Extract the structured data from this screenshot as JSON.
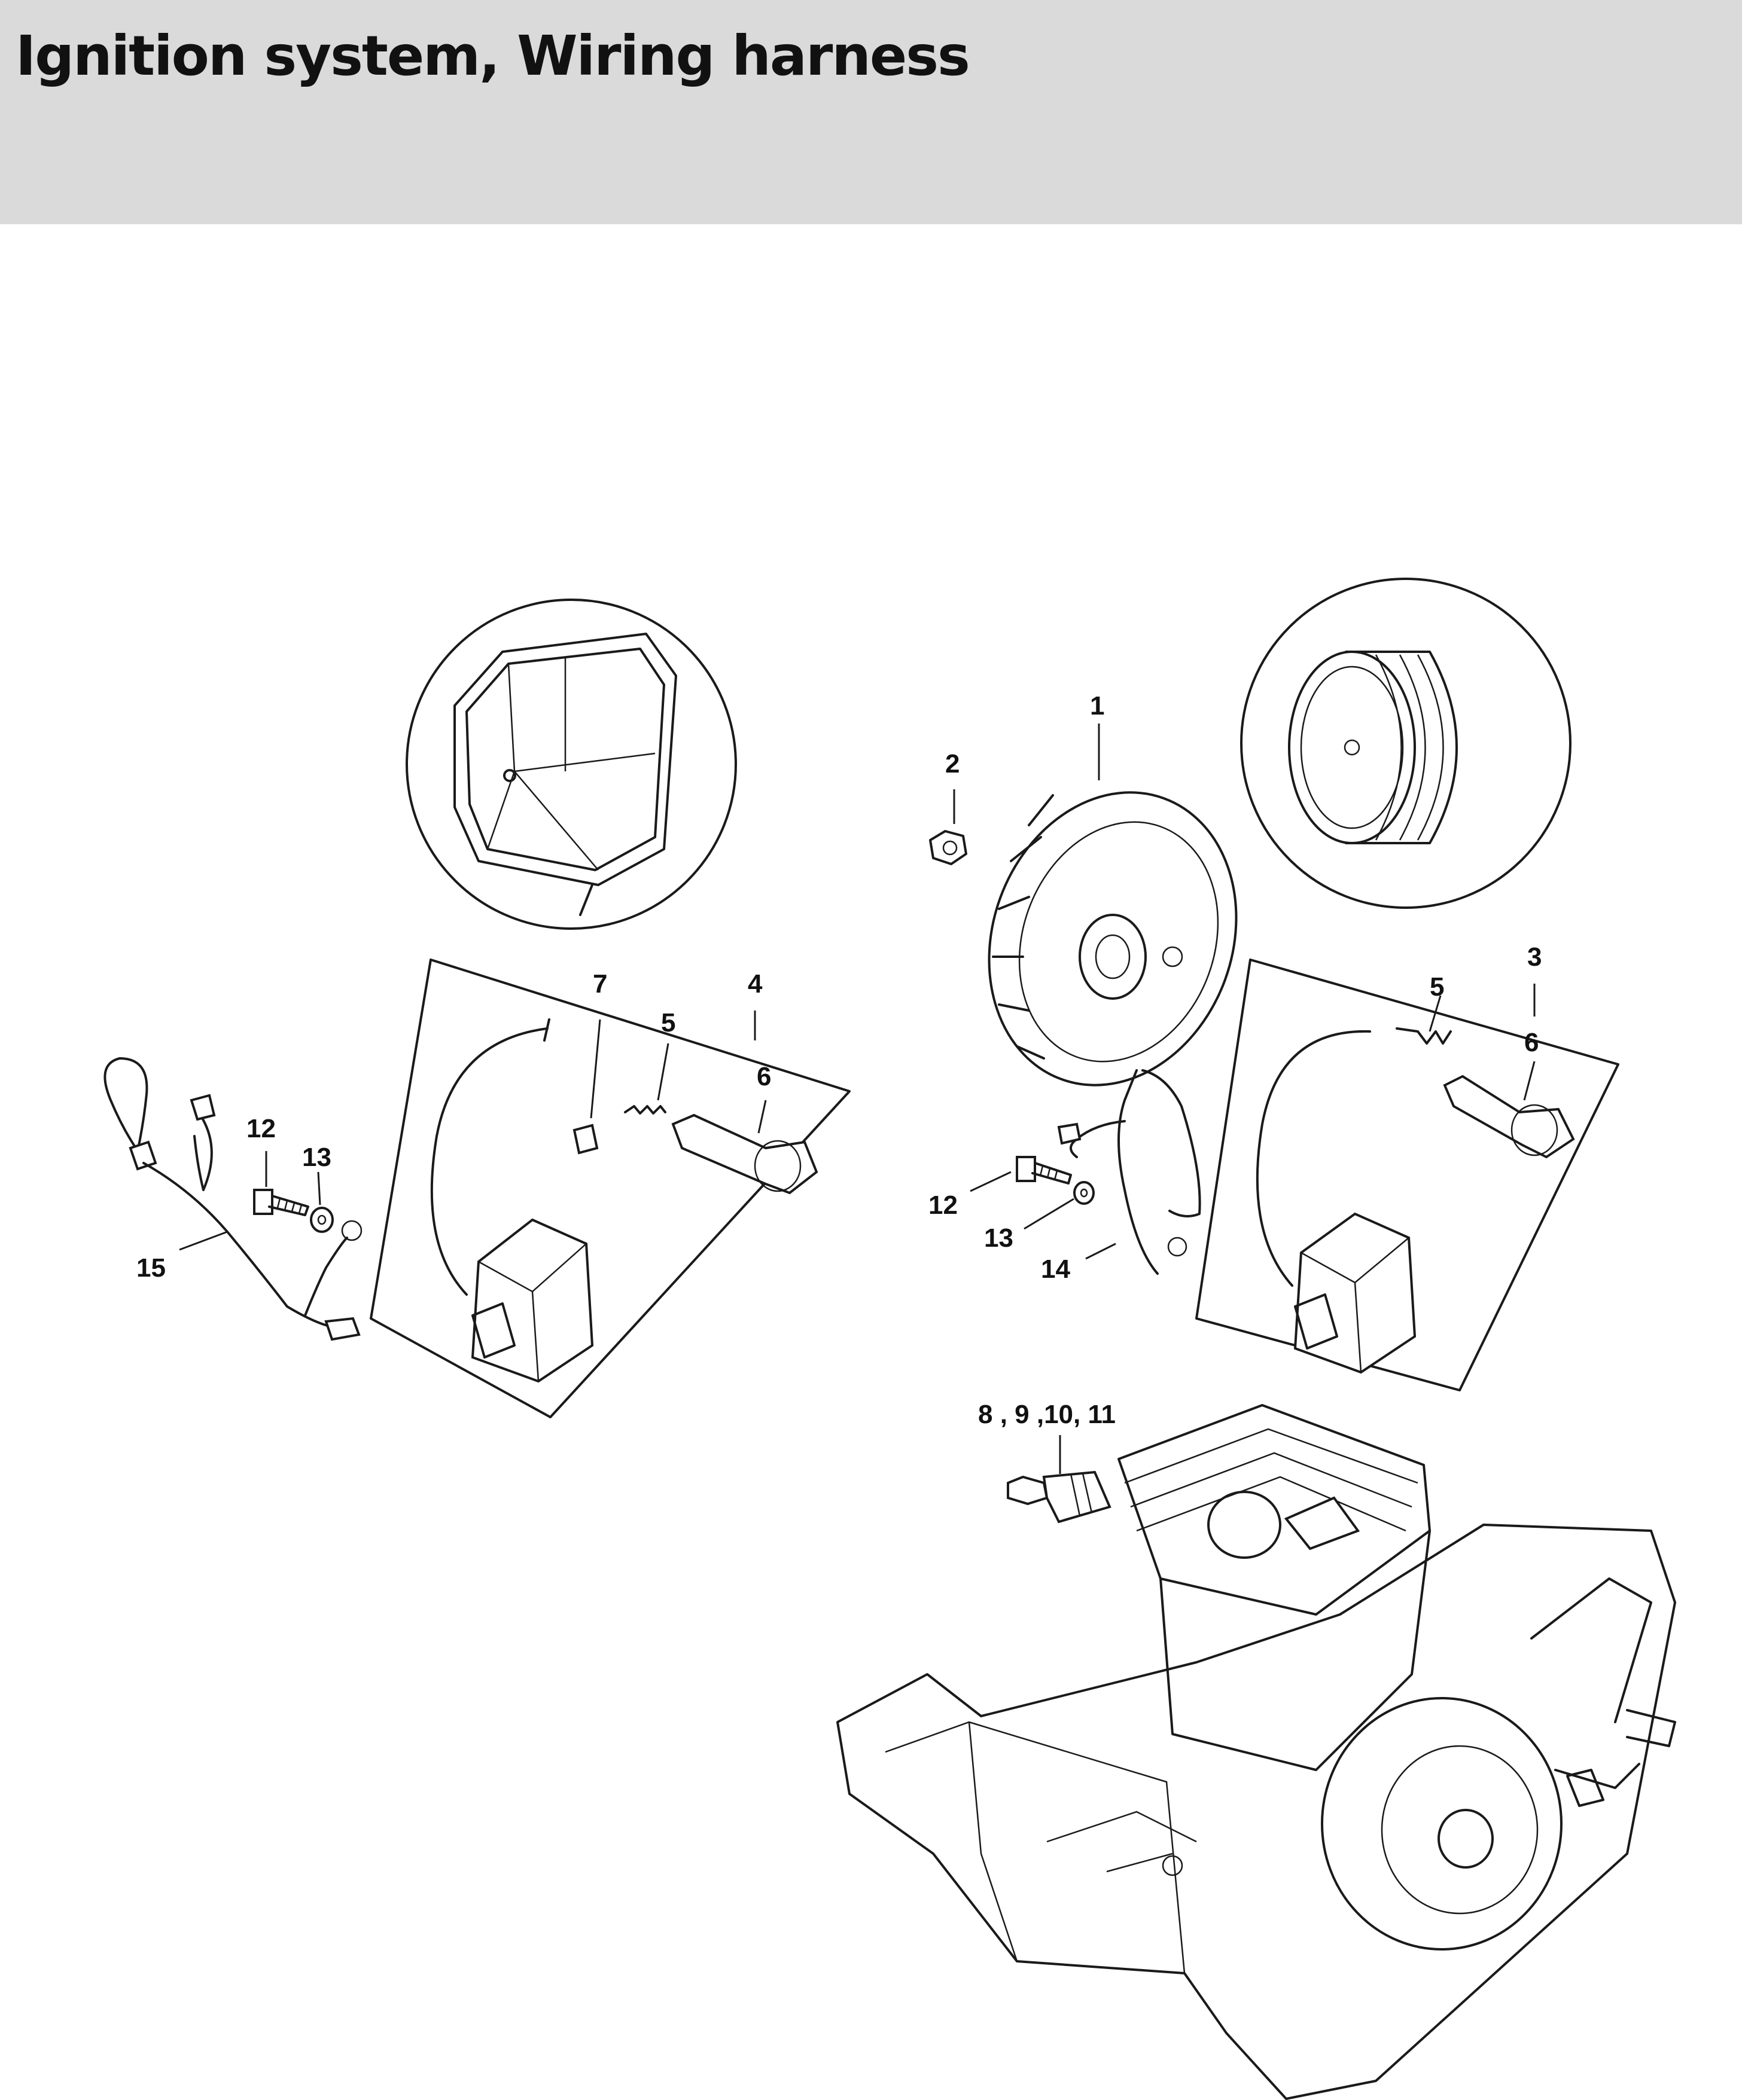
{
  "header": {
    "title": "Ignition system, Wiring harness"
  },
  "callouts": {
    "c1": "1",
    "c2": "2",
    "c3": "3",
    "c4": "4",
    "c5a": "5",
    "c5b": "5",
    "c6a": "6",
    "c6b": "6",
    "c7": "7",
    "c8_11": "8 , 9 ,10, 11",
    "c12a": "12",
    "c12b": "12",
    "c13a": "13",
    "c13b": "13",
    "c14": "14",
    "c15": "15"
  },
  "colors": {
    "header_bg": "#d9dad9",
    "line": "#1a1a1a",
    "text": "#111111"
  }
}
